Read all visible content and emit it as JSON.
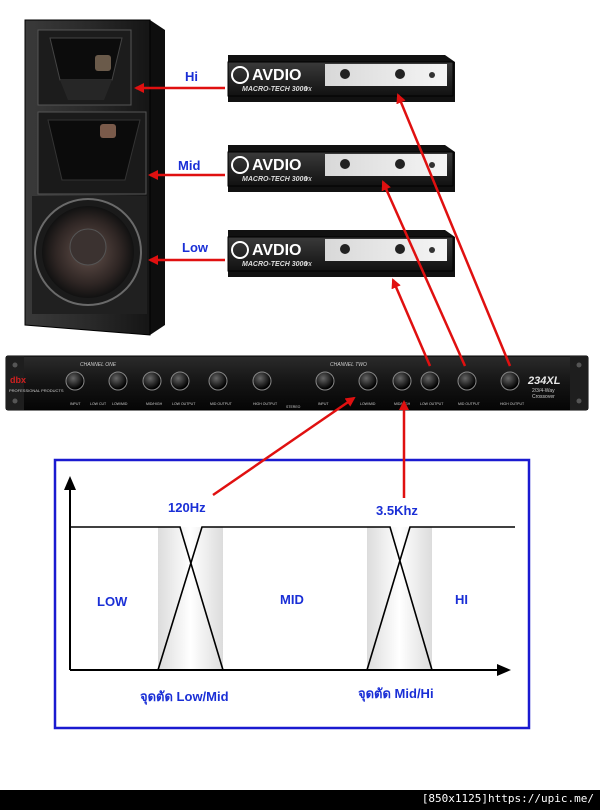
{
  "amps": {
    "brand": "AVDIO",
    "model": "MACRO-TECH 3000",
    "model_suffix": "VX",
    "labels": [
      "Hi",
      "Mid",
      "Low"
    ]
  },
  "crossover": {
    "channel_one": "CHANNEL ONE",
    "channel_two": "CHANNEL TWO",
    "model": "234XL",
    "sub1": "2/3/4-Way",
    "sub2": "Crossover",
    "maker": "dbx",
    "maker_sub": "PROFESSIONAL PRODUCTS",
    "control_labels": [
      "INPUT",
      "LOW CUT",
      "LOW/MID",
      "MID/HIGH",
      "LOW OUTPUT",
      "MID OUTPUT",
      "HIGH OUTPUT",
      "STEREO",
      "INPUT",
      "LOW/MID",
      "MID/HIGH",
      "LOW OUTPUT",
      "MID OUTPUT",
      "HIGH OUTPUT"
    ]
  },
  "graph": {
    "freq_low_mid": "120Hz",
    "freq_mid_hi": "3.5Khz",
    "band_low": "LOW",
    "band_mid": "MID",
    "band_hi": "HI",
    "cut_low_mid": "จุดตัด Low/Mid",
    "cut_mid_hi": "จุดตัด Mid/Hi"
  },
  "footer": {
    "text": "[850x1125]https://upic.me/"
  },
  "colors": {
    "arrow": "#e01010",
    "label": "#1a2fd6",
    "frame": "#1a1ad0"
  }
}
